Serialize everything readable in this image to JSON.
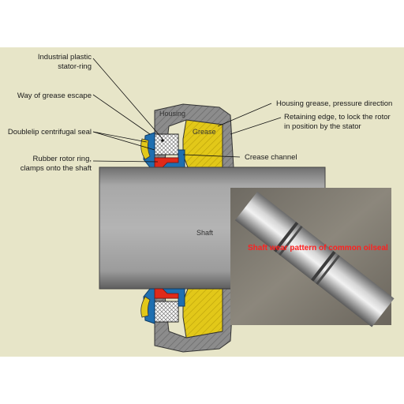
{
  "labels": {
    "stator_ring": [
      "Industrial plastic",
      "stator-ring"
    ],
    "grease_escape": "Way of grease escape",
    "doublelip": "Doublelip centrifugal seal",
    "rubber_rotor": [
      "Rubber rotor ring,",
      "clamps onto the shaft"
    ],
    "housing_grease": "Housing grease, pressure direction",
    "retaining_edge": [
      "Retaining edge, to lock the rotor",
      "in position by the stator"
    ],
    "crease_channel": "Crease channel",
    "housing": "Housing",
    "grease": "Grease",
    "shaft": "Shaft",
    "photo_caption": "Shaft wear pattern of common oilseal"
  },
  "colors": {
    "background": "#e7e5c8",
    "housing": "#8a8a8a",
    "grease": "#e2c819",
    "seal_blue": "#1f6fb0",
    "rubber_red": "#e02a1a",
    "shaft": "#9a9a9a",
    "caption": "#ff2020"
  }
}
